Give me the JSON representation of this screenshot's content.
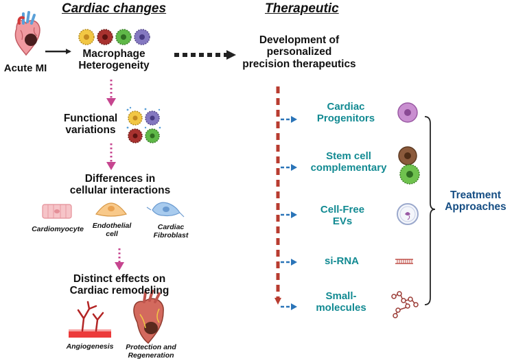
{
  "headers": {
    "left": "Cardiac changes",
    "right": "Therapeutic"
  },
  "left": {
    "acute_mi": "Acute MI",
    "macrophage": [
      "Macrophage",
      "Heterogeneity"
    ],
    "functional": [
      "Functional",
      "variations"
    ],
    "differences": [
      "Differences in",
      "cellular interactions"
    ],
    "cells": {
      "cardiomyocyte": "Cardiomyocyte",
      "endothelial": [
        "Endothelial",
        "cell"
      ],
      "fibroblast": [
        "Cardiac",
        "Fibroblast"
      ]
    },
    "distinct": [
      "Distinct effects on",
      "Cardiac remodeling"
    ],
    "angiogenesis": "Angiogenesis",
    "protection": [
      "Protection and",
      "Regeneration"
    ]
  },
  "right": {
    "development": [
      "Development of",
      "personalized",
      "precision therapeutics"
    ],
    "therapies": [
      {
        "lines": [
          "Cardiac",
          "Progenitors"
        ],
        "icon": "progenitor-cell-icon"
      },
      {
        "lines": [
          "Stem cell",
          "complementary"
        ],
        "icon": "stem-cell-icon"
      },
      {
        "lines": [
          "Cell-Free",
          "EVs"
        ],
        "icon": "extracellular-vesicle-icon"
      },
      {
        "lines": [
          "si-RNA"
        ],
        "icon": "sirna-icon"
      },
      {
        "lines": [
          "Small-",
          "molecules"
        ],
        "icon": "small-molecule-icon"
      }
    ],
    "treatment": [
      "Treatment",
      "Approaches"
    ]
  },
  "colors": {
    "macrophage_yellow": "#f2c744",
    "macrophage_red": "#a8322f",
    "macrophage_green": "#5fb848",
    "macrophage_purple": "#8478c0",
    "pink_arrow": "#c6458f",
    "red_dashes": "#b83c30",
    "blue_arrow": "#2a74b8",
    "teal_text": "#128a92",
    "navy_text": "#164e84"
  }
}
